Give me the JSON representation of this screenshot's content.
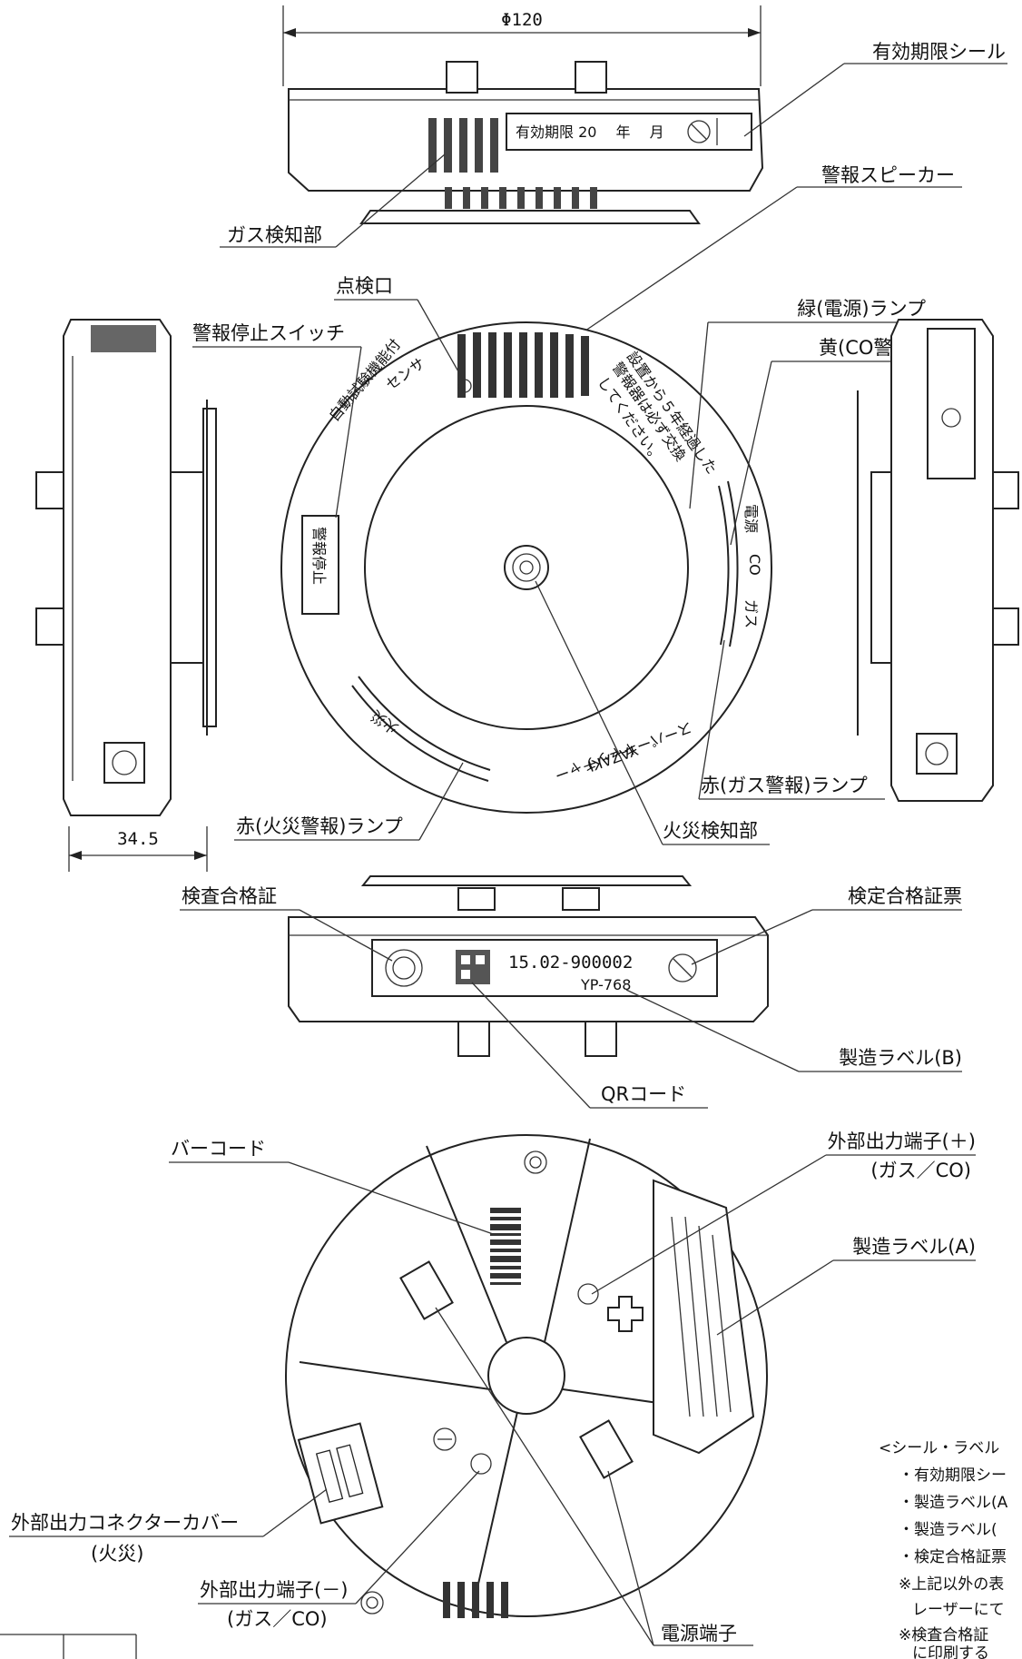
{
  "dimensions": {
    "diameter": "Φ120",
    "depth": "34.5"
  },
  "top_view": {
    "seal_text": "有効期限 20　 年　 月",
    "labels": {
      "expiry_seal": "有効期限シール",
      "alarm_speaker": "警報スピーカー",
      "gas_sensor": "ガス検知部"
    }
  },
  "front_view": {
    "labels": {
      "green_lamp": "緑(電源)ランプ",
      "yellow_lamp": "黄(CO警報)ランプ",
      "inspection_port": "点検口",
      "alarm_stop_switch": "警報停止スイッチ",
      "red_gas_lamp": "赤(ガス警報)ランプ",
      "red_fire_lamp": "赤(火災警報)ランプ",
      "fire_sensor": "火災検知部"
    },
    "face_text": {
      "sensor": "センサ",
      "self_test": "自動試験機能付",
      "replace_notice_1": "設置から５年経過した",
      "replace_notice_2": "警報器は必ず交換",
      "replace_notice_3": "してください。",
      "status_power": "電源",
      "status_co": "CO",
      "status_gas": "ガス",
      "fire": "火災",
      "brand": "スーパーキャッチャー",
      "maker": "YAZAKI",
      "stop_button": "警報停止"
    }
  },
  "side_view_bottom": {
    "serial": "15.02-900002",
    "model": "YP-768",
    "labels": {
      "inspection_cert": "検査合格証",
      "approval_label": "検定合格証票",
      "mfg_label_b": "製造ラベル(B)",
      "qr_code": "QRコード"
    }
  },
  "rear_view": {
    "labels": {
      "barcode": "バーコード",
      "ext_terminal_plus": "外部出力端子(＋)",
      "ext_terminal_plus_sub": "(ガス／CO)",
      "mfg_label_a": "製造ラベル(A)",
      "ext_connector_cover": "外部出力コネクターカバー",
      "ext_connector_cover_sub": "(火災)",
      "ext_terminal_minus": "外部出力端子(－)",
      "ext_terminal_minus_sub": "(ガス／CO)",
      "power_terminal": "電源端子"
    }
  },
  "notes": {
    "title": "<シール・ラベル",
    "items": [
      "・有効期限シー",
      "・製造ラベル(A",
      "・製造ラベル(",
      "・検定合格証票"
    ],
    "remarks": [
      "※上記以外の表",
      "レーザーにて",
      "※検査合格証",
      "に印刷する"
    ]
  }
}
